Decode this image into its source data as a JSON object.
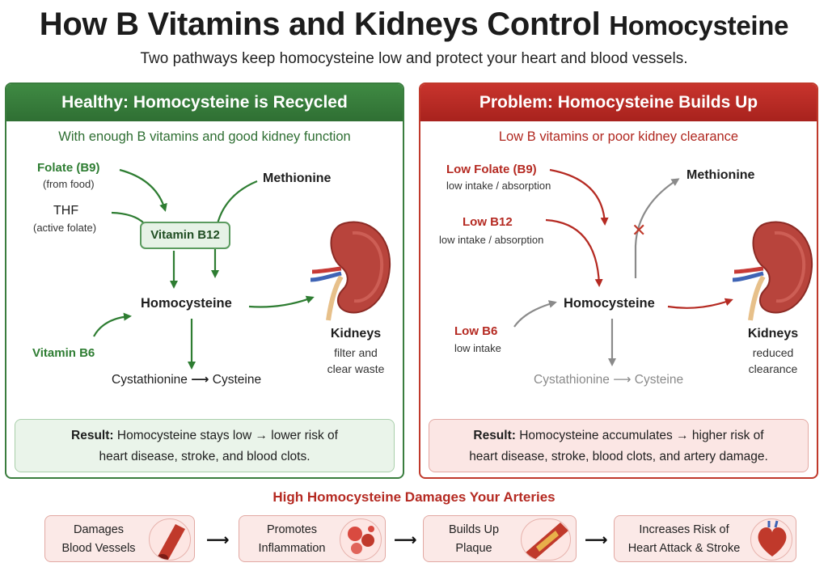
{
  "title_main": "How B Vitamins and Kidneys Control",
  "title_end": "Homocysteine",
  "subtitle": "Two pathways keep homocysteine low and protect your heart and blood vessels.",
  "healthy": {
    "header": "Healthy: Homocysteine is Recycled",
    "sub": "With enough B vitamins and good kidney function",
    "folate": "Folate (B9)",
    "folate_note": "(from food)",
    "thf": "THF",
    "thf_note": "(active folate)",
    "methionine": "Methionine",
    "b12": "Vitamin B12",
    "homocysteine": "Homocysteine",
    "b6": "Vitamin B6",
    "cystathionine": "Cystathionine",
    "arrow": "⟶",
    "cysteine": "Cysteine",
    "kidneys": "Kidneys",
    "kidneys_note1": "filter and",
    "kidneys_note2": "clear waste",
    "result_label": "Result:",
    "result_line1": "Homocysteine stays low → lower risk of",
    "result_line2": "heart disease, stroke, and blood clots."
  },
  "problem": {
    "header": "Problem: Homocysteine Builds Up",
    "sub": "Low B vitamins or poor kidney clearance",
    "folate": "Low Folate (B9)",
    "folate_note": "low intake / absorption",
    "b12": "Low B12",
    "b12_note": "low intake / absorption",
    "methionine": "Methionine",
    "homocysteine": "Homocysteine",
    "b6": "Low B6",
    "b6_note": "low intake",
    "cystathionine": "Cystathionine",
    "arrow": "⟶",
    "cysteine": "Cysteine",
    "kidneys": "Kidneys",
    "kidneys_note1": "reduced",
    "kidneys_note2": "clearance",
    "blocked_mark": "✕",
    "result_label": "Result:",
    "result_line1": "Homocysteine accumulates → higher risk of",
    "result_line2": "heart disease, stroke, blood clots, and artery damage."
  },
  "bottom": {
    "title": "High Homocysteine Damages Your Arteries",
    "arrow": "⟶",
    "cards": [
      {
        "line1": "Damages",
        "line2": "Blood Vessels",
        "icon": "blood-vessel-icon"
      },
      {
        "line1": "Promotes",
        "line2": "Inflammation",
        "icon": "inflammation-cells-icon"
      },
      {
        "line1": "Builds Up",
        "line2": "Plaque",
        "icon": "plaque-artery-icon"
      },
      {
        "line1": "Increases Risk of",
        "line2": "Heart Attack & Stroke",
        "icon": "heart-icon"
      }
    ]
  },
  "colors": {
    "green": "#2e7d32",
    "red": "#b52a22",
    "gray_arrow": "#8a8a8a",
    "kidney": "#b8443c"
  }
}
